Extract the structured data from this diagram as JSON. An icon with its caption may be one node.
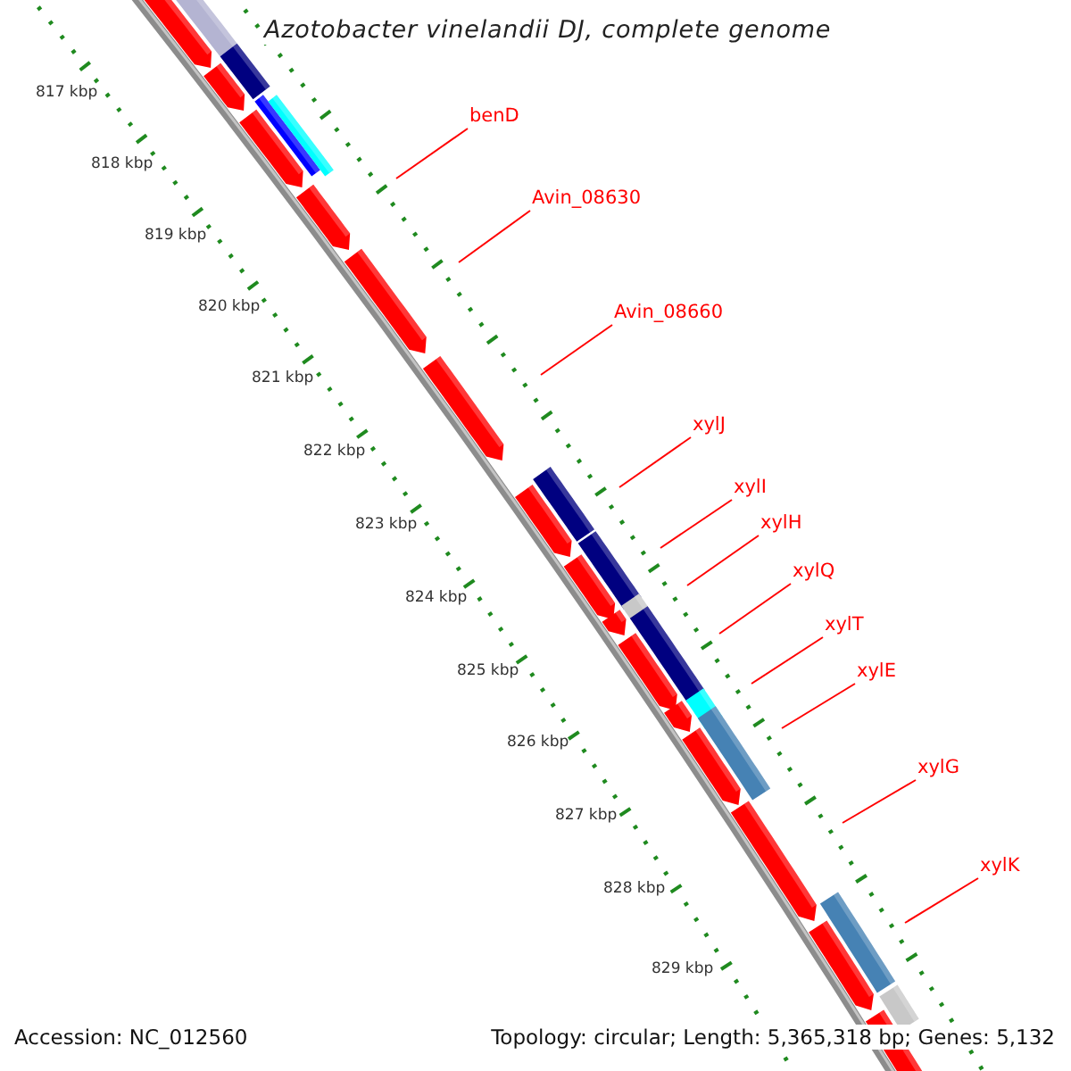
{
  "diagram": {
    "title": "Azotobacter vinelandii DJ, complete genome",
    "nodes": [
      {
        "text": [
          "benD"
        ]
      },
      {
        "text": [
          "Avin_08630"
        ]
      },
      {
        "text": [
          "Avin_08660"
        ]
      },
      {
        "text": [
          "xylJ"
        ]
      },
      {
        "text": [
          "xylI"
        ]
      },
      {
        "text": [
          "xylH"
        ]
      },
      {
        "text": [
          "xylQ"
        ]
      },
      {
        "text": [
          "xylT"
        ]
      },
      {
        "text": [
          "xylE"
        ]
      },
      {
        "text": [
          "xylG"
        ]
      },
      {
        "text": [
          "xylK"
        ]
      }
    ],
    "edges": [
      {
        "from": 0,
        "to": null,
        "arrow": "none"
      },
      {
        "from": 1,
        "to": null,
        "arrow": "none"
      },
      {
        "from": 2,
        "to": null,
        "arrow": "none"
      },
      {
        "from": 3,
        "to": null,
        "arrow": "none"
      },
      {
        "from": 4,
        "to": null,
        "arrow": "none"
      },
      {
        "from": 5,
        "to": null,
        "arrow": "none"
      },
      {
        "from": 6,
        "to": null,
        "arrow": "none"
      },
      {
        "from": 7,
        "to": null,
        "arrow": "none"
      },
      {
        "from": 8,
        "to": null,
        "arrow": "none"
      },
      {
        "from": 9,
        "to": null,
        "arrow": "none"
      },
      {
        "from": 10,
        "to": null,
        "arrow": "none"
      }
    ],
    "labels": [
      "817 kbp",
      "818 kbp",
      "819 kbp",
      "820 kbp",
      "821 kbp",
      "822 kbp",
      "823 kbp",
      "824 kbp",
      "825 kbp",
      "826 kbp",
      "827 kbp",
      "828 kbp",
      "829 kbp",
      "Accession: NC_012560",
      "Topology: circular; Length: 5,365,318 bp; Genes: 5,132"
    ]
  }
}
